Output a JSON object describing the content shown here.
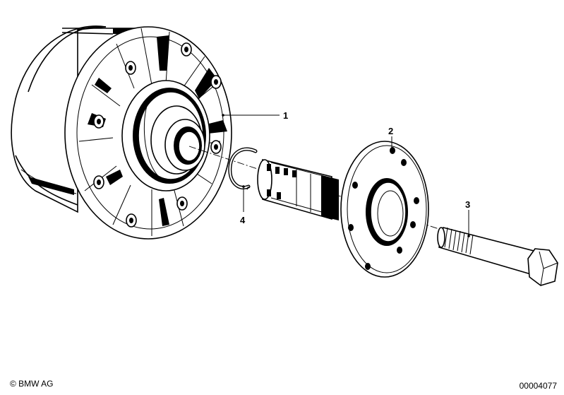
{
  "diagram": {
    "callouts": [
      {
        "id": "1",
        "label": "1"
      },
      {
        "id": "2",
        "label": "2"
      },
      {
        "id": "3",
        "label": "3"
      },
      {
        "id": "4",
        "label": "4"
      }
    ]
  },
  "footer": {
    "copyright": "© BMW AG",
    "document_number": "00004077"
  }
}
